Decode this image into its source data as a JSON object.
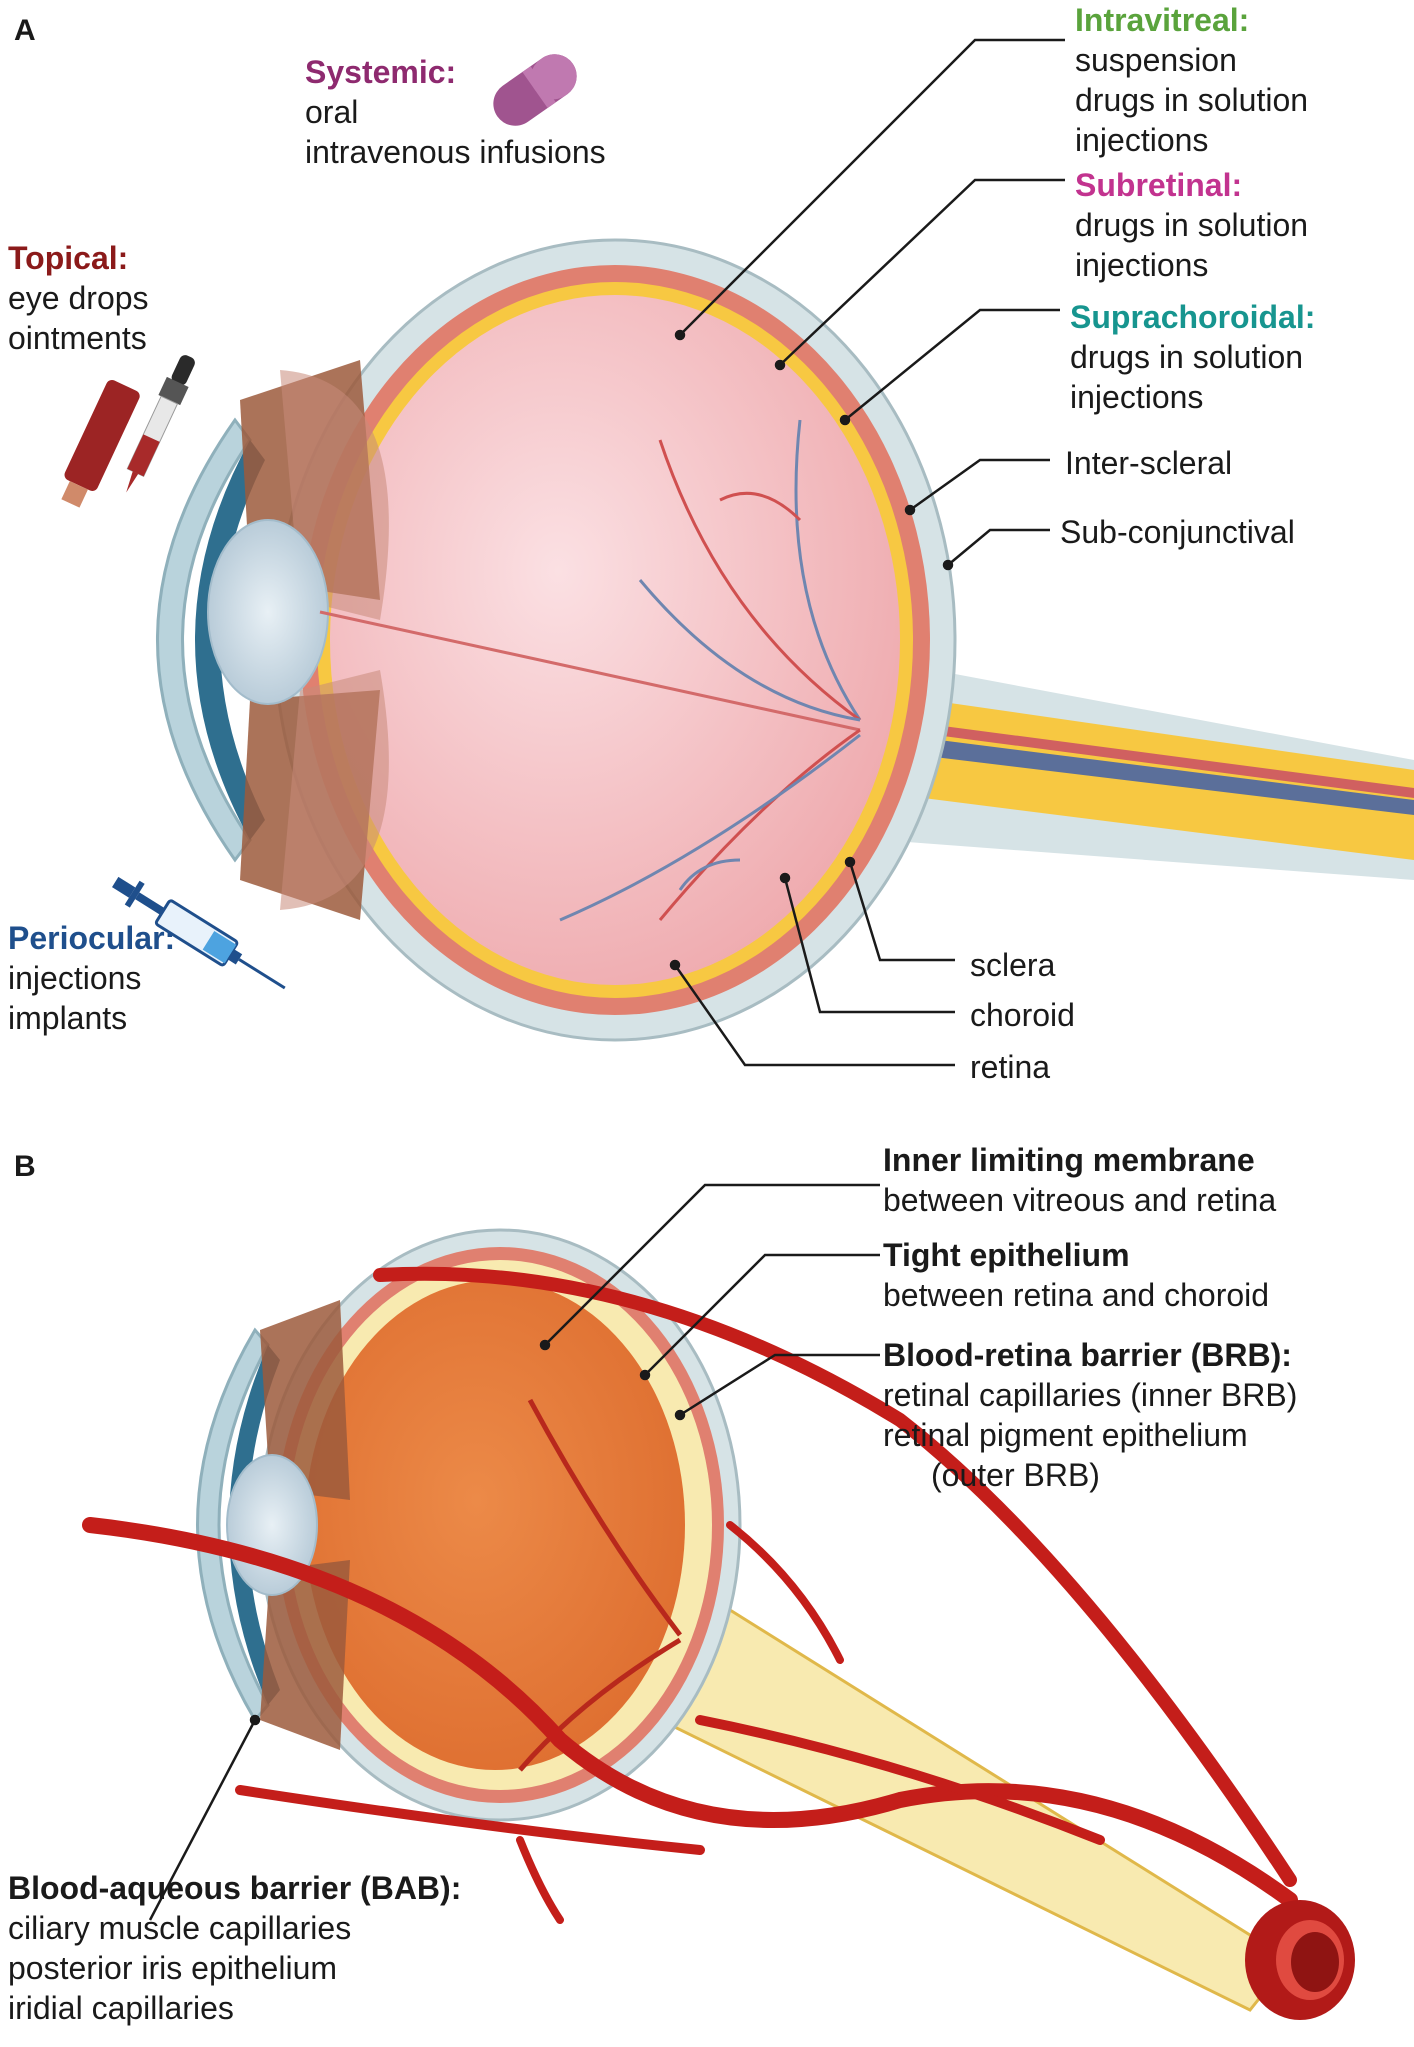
{
  "panels": {
    "a": "A",
    "b": "B"
  },
  "colors": {
    "systemic": "#8e2a6f",
    "topical": "#8b1a1a",
    "intravitreal": "#5aa33c",
    "subretinal": "#c2338f",
    "suprachoroidal": "#17958f",
    "periocular": "#1f4f8c",
    "sclera": "#d6e3e6",
    "choroid": "#e08070",
    "retina": "#f7c842",
    "vitreous_a": "#f2b9bc",
    "vitreous_b": "#e6783a",
    "vessel": "#c41e1a"
  },
  "panel_a": {
    "systemic": {
      "heading": "Systemic:",
      "lines": [
        "oral",
        "intravenous infusions"
      ],
      "icon": "pill-icon"
    },
    "topical": {
      "heading": "Topical:",
      "lines": [
        "eye drops",
        "ointments"
      ],
      "icon": "eye-drop-icon"
    },
    "intravitreal": {
      "heading": "Intravitreal:",
      "lines": [
        "suspension",
        "drugs in solution",
        "injections"
      ]
    },
    "subretinal": {
      "heading": "Subretinal:",
      "lines": [
        "drugs in solution",
        "injections"
      ]
    },
    "suprachoroidal": {
      "heading": "Suprachoroidal:",
      "lines": [
        "drugs in solution",
        "injections"
      ]
    },
    "inter_scleral": "Inter-scleral",
    "sub_conjunctival": "Sub-conjunctival",
    "periocular": {
      "heading": "Periocular:",
      "lines": [
        "injections",
        "implants"
      ],
      "icon": "syringe-icon"
    },
    "sclera": "sclera",
    "choroid": "choroid",
    "retina": "retina"
  },
  "panel_b": {
    "ilm": {
      "heading": "Inner limiting membrane",
      "lines": [
        "between vitreous and retina"
      ]
    },
    "tight": {
      "heading": "Tight epithelium",
      "lines": [
        "between retina and choroid"
      ]
    },
    "brb": {
      "heading": "Blood-retina barrier (BRB):",
      "lines": [
        "retinal capillaries (inner BRB)",
        "retinal pigment epithelium",
        "(outer BRB)"
      ]
    },
    "bab": {
      "heading": "Blood-aqueous barrier (BAB):",
      "lines": [
        "ciliary muscle capillaries",
        "posterior iris epithelium",
        "iridial capillaries"
      ]
    }
  }
}
